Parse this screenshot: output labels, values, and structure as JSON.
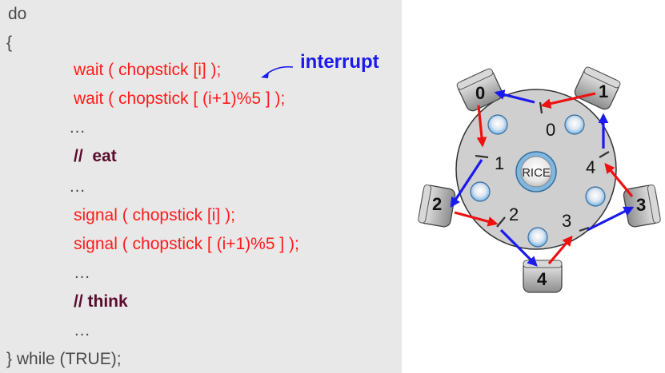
{
  "code": {
    "line_do": "do",
    "line_open": "{",
    "line_wait1": "wait ( chopstick [i] );",
    "line_wait2": "wait ( chopstick [ (i+1)%5 ] );",
    "line_dots1": "…",
    "line_eat": "//  eat",
    "line_dots2": "…",
    "line_signal1": "signal ( chopstick [i] );",
    "line_signal2": "signal ( chopstick [ (i+1)%5 ] );",
    "line_dots3": "…",
    "line_think": "// think",
    "line_dots4": "…",
    "line_close": "} while (TRUE);"
  },
  "annotation": {
    "interrupt": "interrupt"
  },
  "diagram": {
    "center_label": "RICE",
    "philosophers": [
      "0",
      "1",
      "2",
      "3",
      "4"
    ],
    "chopsticks": [
      "0",
      "1",
      "2",
      "3",
      "4"
    ]
  },
  "colors": {
    "code_text": "#4a4a4a",
    "code_red": "#ff1a1a",
    "comment": "#5a0c2c",
    "interrupt": "#1a1aee",
    "arrow_red": "#ee1111",
    "arrow_blue": "#1a1aee",
    "table": "#cfcfcf"
  }
}
